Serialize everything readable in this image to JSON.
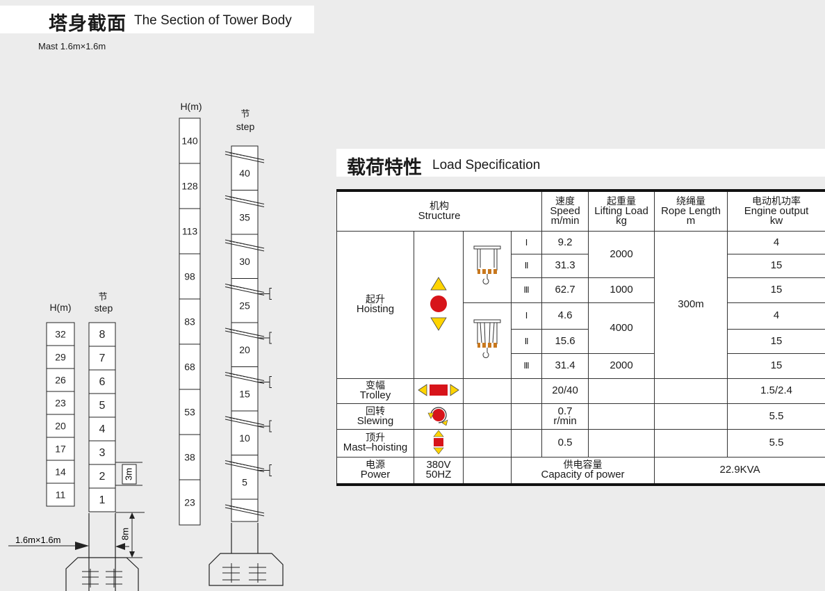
{
  "tower_section": {
    "title_cn": "塔身截面",
    "title_en": "The Section of Tower Body",
    "mast_label": "Mast 1.6m×1.6m",
    "short": {
      "h_label": "H(m)",
      "step_cn": "节",
      "step_en": "step",
      "heights": [
        "32",
        "29",
        "26",
        "23",
        "20",
        "17",
        "14",
        "11"
      ],
      "steps": [
        "8",
        "7",
        "6",
        "5",
        "4",
        "3",
        "2",
        "1"
      ],
      "dim_3m": "3m",
      "dim_8m": "8m",
      "base_label": "1.6m×1.6m"
    },
    "tall": {
      "h_label": "H(m)",
      "step_cn": "节",
      "step_en": "step",
      "heights": [
        "140",
        "128",
        "113",
        "98",
        "83",
        "68",
        "53",
        "38",
        "23"
      ],
      "steps": [
        "40",
        "35",
        "30",
        "25",
        "20",
        "15",
        "10",
        "5"
      ]
    }
  },
  "load_spec": {
    "title_cn": "载荷特性",
    "title_en": "Load Specification",
    "headers": {
      "structure_cn": "机构",
      "structure_en": "Structure",
      "speed_cn": "速度",
      "speed_en": "Speed",
      "speed_unit": "m/min",
      "load_cn": "起重量",
      "load_en": "Lifting Load",
      "load_unit": "kg",
      "rope_cn": "绕绳量",
      "rope_en": "Rope Length",
      "rope_unit": "m",
      "engine_cn": "电动机功率",
      "engine_en": "Engine output",
      "engine_unit": "kw"
    },
    "hoisting": {
      "name_cn": "起升",
      "name_en": "Hoisting",
      "rope_length": "300m",
      "rows": [
        {
          "gear": "Ⅰ",
          "speed": "9.2",
          "engine": "4"
        },
        {
          "gear": "Ⅱ",
          "speed": "31.3",
          "engine": "15"
        },
        {
          "gear": "Ⅲ",
          "speed": "62.7",
          "engine": "15"
        },
        {
          "gear": "Ⅰ",
          "speed": "4.6",
          "engine": "4"
        },
        {
          "gear": "Ⅱ",
          "speed": "15.6",
          "engine": "15"
        },
        {
          "gear": "Ⅲ",
          "speed": "31.4",
          "engine": "15"
        }
      ],
      "loads": [
        "2000",
        "1000",
        "4000",
        "2000"
      ]
    },
    "trolley": {
      "name_cn": "变幅",
      "name_en": "Trolley",
      "speed": "20/40",
      "engine": "1.5/2.4"
    },
    "slewing": {
      "name_cn": "回转",
      "name_en": "Slewing",
      "speed": "0.7",
      "speed_unit": "r/min",
      "engine": "5.5"
    },
    "mast_hoisting": {
      "name_cn": "顶升",
      "name_en": "Mast–hoisting",
      "speed": "0.5",
      "engine": "5.5"
    },
    "power": {
      "name_cn": "电源",
      "name_en": "Power",
      "voltage": "380V",
      "freq": "50HZ",
      "capacity_cn": "供电容量",
      "capacity_en": "Capacity of power",
      "capacity": "22.9KVA"
    },
    "colors": {
      "yellow": "#ffd400",
      "red": "#d7141a",
      "hook_orange": "#c8781e"
    }
  }
}
